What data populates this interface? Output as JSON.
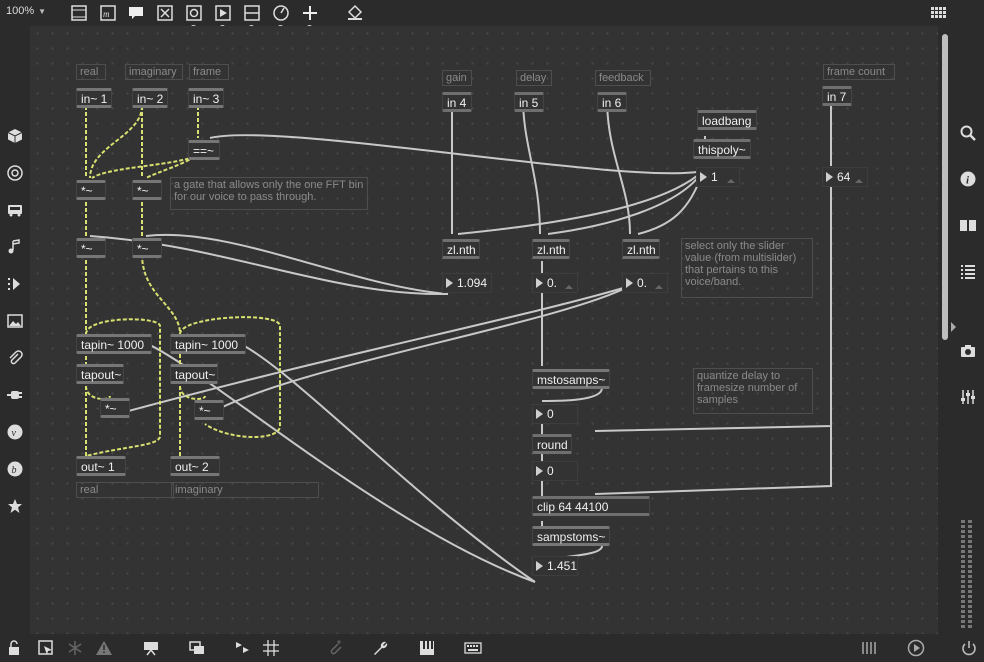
{
  "toolbar": {
    "zoom": "100%",
    "tools": [
      "presentation-mode-icon",
      "message-box-icon",
      "comment-icon",
      "toggle-icon",
      "button-icon",
      "play-icon",
      "slider-icon",
      "dial-icon",
      "add-object-icon",
      "paint-bucket-icon"
    ]
  },
  "left_sidebar": [
    "cube-icon",
    "target-icon",
    "bus-icon",
    "music-note-icon",
    "dotted-play-icon",
    "image-icon",
    "paperclip-icon",
    "plug-icon",
    "v-circle-icon",
    "b-circle-icon",
    "star-icon"
  ],
  "right_sidebar": [
    "search-icon",
    "info-icon",
    "book-icon",
    "list-icon",
    "camera-icon",
    "mixer-icon"
  ],
  "bottom_bar": [
    "lock-icon",
    "cursor-box-icon",
    "snowflake-icon",
    "warning-icon",
    "present-icon",
    "windows-icon",
    "flag-icon",
    "grid-icon",
    "add-clip-icon",
    "wrench-icon",
    "piano-icon",
    "keyboard-icon",
    "meter-bars-icon",
    "cpu-dial-icon",
    "power-icon"
  ],
  "patch": {
    "comments": {
      "real": "real",
      "imaginary": "imaginary",
      "frame": "frame",
      "gain": "gain",
      "delay": "delay",
      "feedback": "feedback",
      "frame_count": "frame count",
      "gate_note": "a gate that allows only the one FFT bin for our voice to pass through.",
      "select_note": "select only the slider value (from multislider) that pertains to this voice/band.",
      "quantize_note": "quantize delay to framesize number of samples",
      "real_out": "real",
      "imaginary_out": "imaginary"
    },
    "objects": {
      "in1": "in~ 1",
      "in2": "in~ 2",
      "in3": "in~ 3",
      "eq": "==~",
      "mul1": "*~",
      "mul2": "*~",
      "mul3": "*~",
      "mul4": "*~",
      "tapin1": "tapin~ 1000",
      "tapout1": "tapout~",
      "mul5": "*~",
      "tapin2": "tapin~ 1000",
      "tapout2": "tapout~",
      "mul6": "*~",
      "out1": "out~ 1",
      "out2": "out~ 2",
      "in4": "in 4",
      "in5": "in 5",
      "in6": "in 6",
      "in7": "in 7",
      "loadbang": "loadbang",
      "thispoly": "thispoly~",
      "zlnth1": "zl.nth",
      "zlnth2": "zl.nth",
      "zlnth3": "zl.nth",
      "mstosamps": "mstosamps~",
      "round": "round",
      "clip": "clip 64 44100",
      "sampstoms": "sampstoms~"
    },
    "numbers": {
      "voice": "1",
      "frames": "64",
      "gain_val": "1.094",
      "delay_val": "0.",
      "feedback_val": "0.",
      "ms_samps": "0",
      "rounded": "0",
      "result": "1.451"
    }
  }
}
